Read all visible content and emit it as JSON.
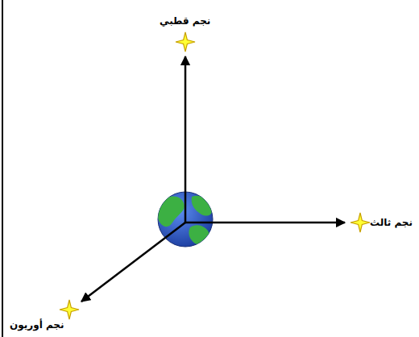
{
  "diagram": {
    "nodes": [
      {
        "text": [
          "نجم قطبي"
        ]
      },
      {
        "text": [
          "نجم ثالث"
        ]
      },
      {
        "text": [
          "نجم أوريون"
        ]
      }
    ]
  }
}
